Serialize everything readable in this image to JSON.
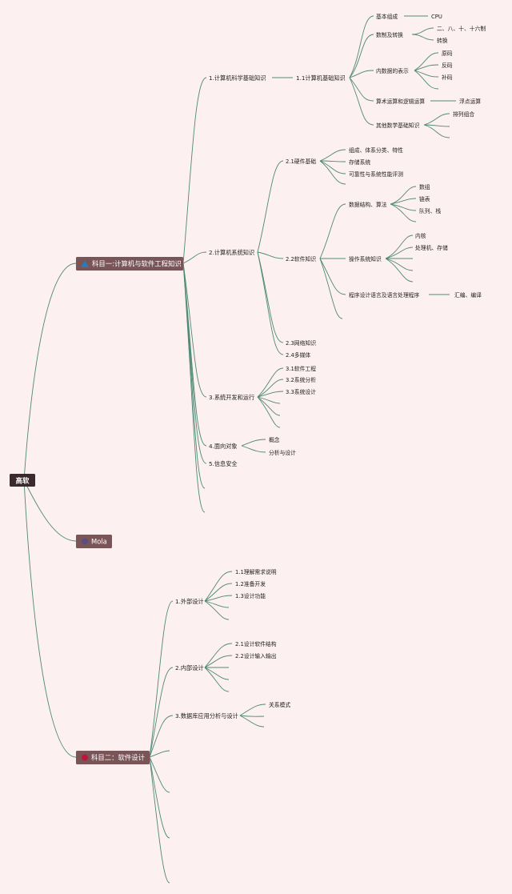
{
  "root": {
    "label": "高软"
  },
  "subjects": {
    "s1": {
      "label": "科目一:计算机与软件工程知识",
      "icon": "blue-triangle-icon",
      "color": "#2b7ab5"
    },
    "mola": {
      "label": "Mola",
      "icon": "circle-icon",
      "color": "#5a4d86"
    },
    "s2": {
      "label": "科目二：软件设计",
      "icon": "red-circle-icon",
      "color": "#c0143c"
    }
  },
  "s1": {
    "b1": {
      "label": "1.计算机科学基础知识",
      "c1": {
        "label": "1.1计算机基础知识",
        "a": {
          "label": "基本组成",
          "child": "CPU"
        },
        "b": {
          "label": "数制及转换",
          "children": [
            "二、八、十、十六制",
            "转换"
          ]
        },
        "c": {
          "label": "内数据的表示",
          "children": [
            "原码",
            "反码",
            "补码"
          ]
        },
        "d": {
          "label": "算术运算和逻辑运算",
          "child": "浮点运算"
        },
        "e": {
          "label": "其他数学基础知识",
          "child": "排列组合"
        }
      }
    },
    "b2": {
      "label": "2.计算机系统知识",
      "hw": {
        "label": "2.1硬件基础",
        "children": [
          "组成、体系分类、特性",
          "存储系统",
          "可靠性与系统性能评测"
        ]
      },
      "sw": {
        "label": "2.2软件知识",
        "ds": {
          "label": "数据结构、算法",
          "children": [
            "数组",
            "链表",
            "队列、栈"
          ]
        },
        "os": {
          "label": "操作系统知识",
          "children": [
            "内核",
            "处理机、存储"
          ]
        },
        "pl": {
          "label": "程序设计语言及语言处理程序",
          "child": "汇编、编译"
        }
      },
      "net": "2.3网络知识",
      "mm": "2.4多媒体"
    },
    "b3": {
      "label": "3.系统开发和运行",
      "children": [
        "3.1软件工程",
        "3.2系统分析",
        "3.3系统设计"
      ]
    },
    "b4": {
      "label": "4.面向对象",
      "children": [
        "概念",
        "分析与设计"
      ]
    },
    "b5": {
      "label": "5.信息安全"
    }
  },
  "s2": {
    "ext": {
      "label": "1.外部设计",
      "children": [
        "1.1理解需求说明",
        "1.2准备开发",
        "1.3设计功能"
      ]
    },
    "int": {
      "label": "2.内部设计",
      "children": [
        "2.1设计软件结构",
        "2.2设计输入输出"
      ]
    },
    "db": {
      "label": "3.数据库应用分析与设计",
      "child": "关系模式"
    }
  }
}
